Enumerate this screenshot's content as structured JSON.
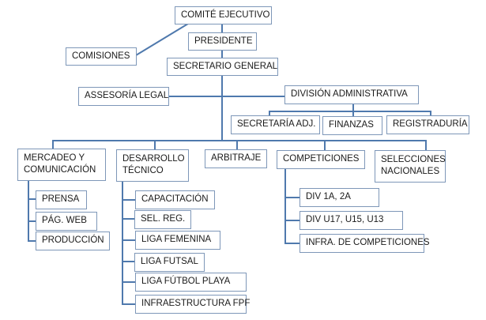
{
  "diagram": {
    "type": "org-chart",
    "nodes": {
      "comite": "COMITÉ EJECUTIVO",
      "comisiones": "COMISIONES",
      "presidente": "PRESIDENTE",
      "secretario": "SECRETARIO GENERAL",
      "asesoria": "ASSESORÍA LEGAL",
      "division": "DIVISIÓN ADMINISTRATIVA",
      "secretaria_adj": "SECRETARÍA ADJ.",
      "finanzas": "FINANZAS",
      "registraduria": "REGISTRADURÍA",
      "mercadeo": "MERCADEO Y COMUNICACIÓN",
      "desarrollo": "DESARROLLO TÉCNICO",
      "arbitraje": "ARBITRAJE",
      "competiciones": "COMPETICIONES",
      "selecciones": "SELECCIONES NACIONALES",
      "prensa": "PRENSA",
      "pag_web": "PÁG. WEB",
      "produccion": "PRODUCCIÓN",
      "capacitacion": "CAPACITACIÓN",
      "sel_reg": "SEL. REG.",
      "liga_femenina": "LIGA FEMENINA",
      "liga_futsal": "LIGA FUTSAL",
      "liga_playa": "LIGA FÚTBOL PLAYA",
      "infraestructura": "INFRAESTRUCTURA FPF",
      "div_1a2a": "DIV 1A, 2A",
      "div_u": "DIV U17, U15, U13",
      "infra_comp": "INFRA. DE COMPETICIONES"
    },
    "edges": [
      [
        "comite",
        "comisiones"
      ],
      [
        "comite",
        "presidente"
      ],
      [
        "presidente",
        "secretario"
      ],
      [
        "secretario",
        "asesoria"
      ],
      [
        "secretario",
        "division"
      ],
      [
        "division",
        "secretaria_adj"
      ],
      [
        "division",
        "finanzas"
      ],
      [
        "division",
        "registraduria"
      ],
      [
        "secretario",
        "mercadeo"
      ],
      [
        "secretario",
        "desarrollo"
      ],
      [
        "secretario",
        "arbitraje"
      ],
      [
        "secretario",
        "competiciones"
      ],
      [
        "secretario",
        "selecciones"
      ],
      [
        "mercadeo",
        "prensa"
      ],
      [
        "mercadeo",
        "pag_web"
      ],
      [
        "mercadeo",
        "produccion"
      ],
      [
        "desarrollo",
        "capacitacion"
      ],
      [
        "desarrollo",
        "sel_reg"
      ],
      [
        "desarrollo",
        "liga_femenina"
      ],
      [
        "desarrollo",
        "liga_futsal"
      ],
      [
        "desarrollo",
        "liga_playa"
      ],
      [
        "desarrollo",
        "infraestructura"
      ],
      [
        "competiciones",
        "div_1a2a"
      ],
      [
        "competiciones",
        "div_u"
      ],
      [
        "competiciones",
        "infra_comp"
      ]
    ],
    "colors": {
      "connector": "#4f79ad",
      "box_border": "#7e97b8"
    }
  }
}
